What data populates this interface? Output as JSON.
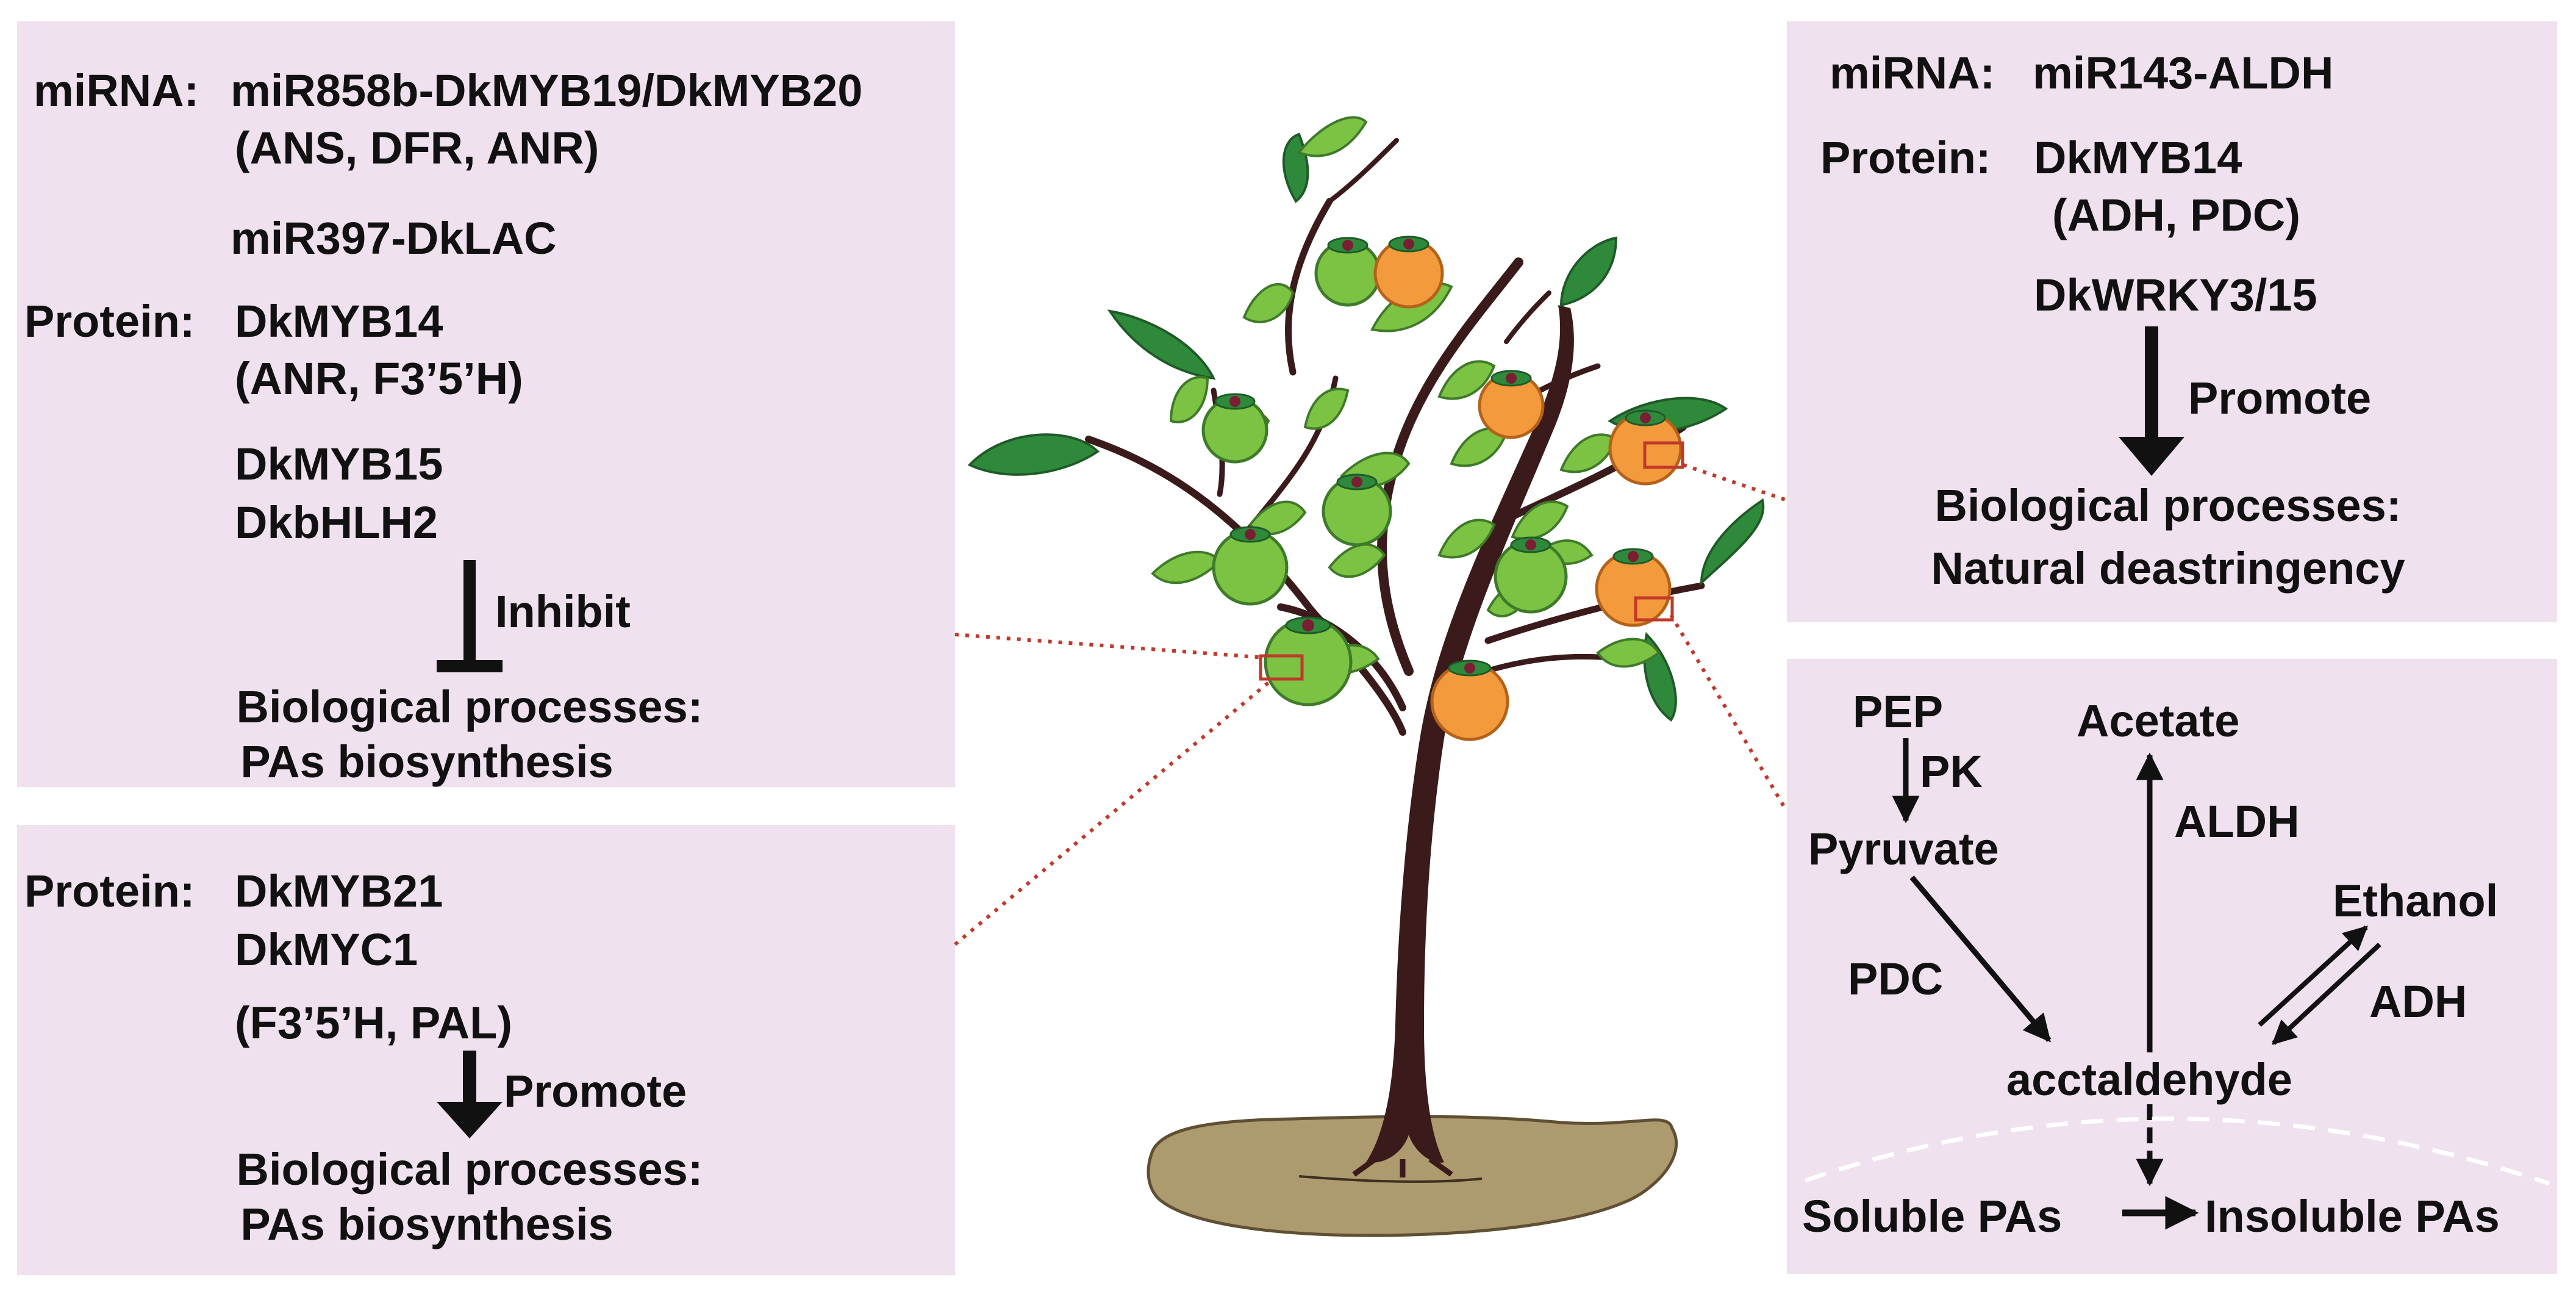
{
  "colors": {
    "panel": "#efe1ee",
    "text": "#111111",
    "leaf_light": "#7cc243",
    "leaf_dark": "#2e8a3a",
    "fruit_green": "#7cc243",
    "fruit_orange": "#f39a3c",
    "trunk": "#3a1a1a",
    "soil": "#ad9a6e",
    "connector": "#c0392b"
  },
  "panel_top_left": {
    "mirna_label": "miRNA:",
    "mirna_1": "miR858b-DkMYB19/DkMYB20",
    "mirna_1_targets": "(ANS, DFR, ANR)",
    "mirna_2": "miR397-DkLAC",
    "protein_label": "Protein:",
    "protein_1": "DkMYB14",
    "protein_1_targets": "(ANR, F3’5’H)",
    "protein_2": "DkMYB15",
    "protein_3": "DkbHLH2",
    "arrow_label": "Inhibit",
    "process_title": "Biological processes:",
    "process_name": "PAs biosynthesis"
  },
  "panel_bottom_left": {
    "protein_label": "Protein:",
    "protein_1": "DkMYB21",
    "protein_2": "DkMYC1",
    "targets": "(F3’5’H, PAL)",
    "arrow_label": "Promote",
    "process_title": "Biological processes:",
    "process_name": "PAs biosynthesis"
  },
  "panel_top_right": {
    "mirna_label": "miRNA:",
    "mirna_1": "miR143-ALDH",
    "protein_label": "Protein:",
    "protein_1": "DkMYB14",
    "protein_1_targets": "(ADH, PDC)",
    "protein_2": "DkWRKY3/15",
    "arrow_label": "Promote",
    "process_title": "Biological processes:",
    "process_name": "Natural deastringency"
  },
  "panel_bottom_right": {
    "pep": "PEP",
    "pk": "PK",
    "pyruvate": "Pyruvate",
    "pdc": "PDC",
    "acetate": "Acetate",
    "aldh": "ALDH",
    "ethanol": "Ethanol",
    "adh": "ADH",
    "acetaldehyde": "acctaldehyde",
    "soluble": "Soluble PAs",
    "insoluble": "Insoluble PAs"
  }
}
